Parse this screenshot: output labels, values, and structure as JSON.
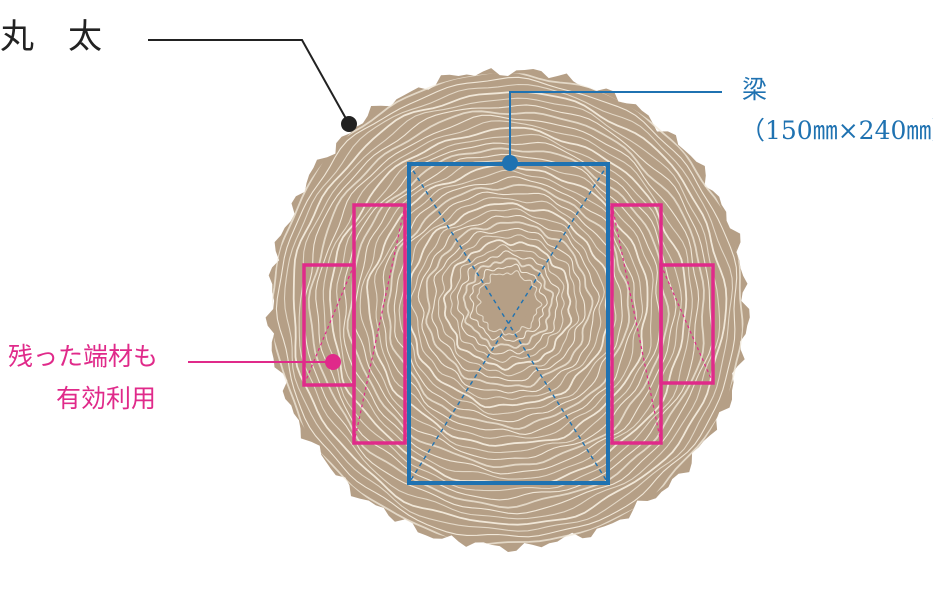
{
  "labels": {
    "log_char1": "丸",
    "log_char2": "太",
    "beam": "梁",
    "beam_size": "（150㎜×240㎜）",
    "offcut_line1": "残った端材も",
    "offcut_line2": "有効利用"
  },
  "colors": {
    "log_fill": "#b59f86",
    "ring": "#f3ebdc",
    "beam": "#1f72b1",
    "offcut": "#e02a8a",
    "log_label": "#222222",
    "leader_black": "#222222"
  }
}
